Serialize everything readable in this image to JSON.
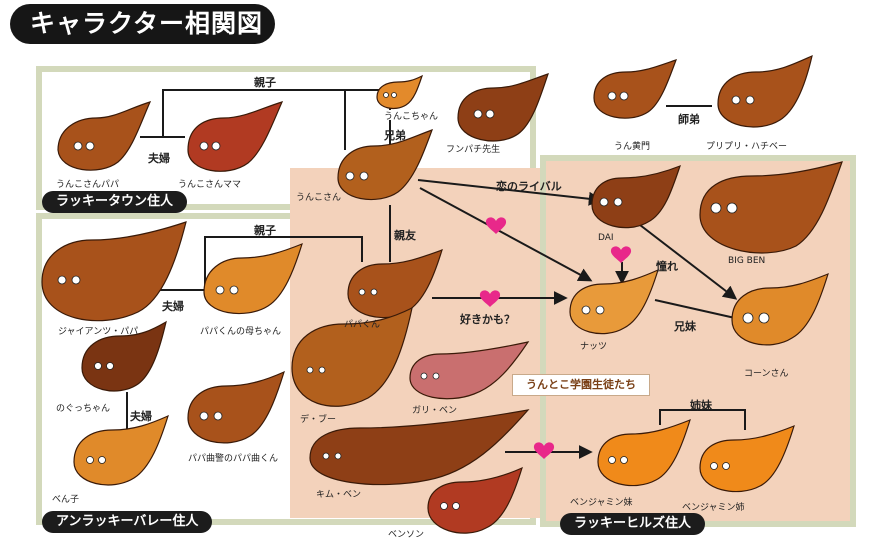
{
  "title": "キャラクター相関図",
  "areas": {
    "lucky_town": "ラッキータウン住人",
    "unlucky_valley": "アンラッキーバレー住人",
    "lucky_hills": "ラッキーヒルズ住人",
    "school": "うんとこ学園生徒たち"
  },
  "characters": {
    "unko_papa": "うんこさんパパ",
    "unko_mama": "うんこさんママ",
    "unko_chan": "うんこちゃん",
    "unko_san": "うんこさん",
    "funpachi": "フンパチ先生",
    "unkomon": "うん黄門",
    "puripuri": "プリプリ・ハチベー",
    "dai": "DAI",
    "big_ben": "BIG BEN",
    "giant_papa": "ジャイアンツ・パパ",
    "papa_mother": "パパくんの母ちゃん",
    "papa_kun": "パパくん",
    "nutts": "ナッツ",
    "corn": "コーンさん",
    "nogu": "のぐっちゃん",
    "bento": "べん子",
    "papa_police": "パパ曲警のパパ曲くん",
    "de_boo": "デ・ブー",
    "gari_ben": "ガリ・ベン",
    "kim_ben": "キム・ベン",
    "bensun": "ベンソン",
    "benjamin_younger": "ベンジャミン妹",
    "benjamin_elder": "ベンジャミン姉"
  },
  "relations": {
    "parent_child_1": "親子",
    "couple_1": "夫婦",
    "siblings_1": "兄弟",
    "rival": "恋のライバル",
    "best_friend": "親友",
    "parent_child_2": "親子",
    "couple_2": "夫婦",
    "crush": "好きかも？",
    "admire": "憧れ",
    "siblings_2": "兄妹",
    "couple_3": "夫婦",
    "master": "師弟",
    "sisters": "姉妹"
  },
  "colors": {
    "heart": "#e8288a",
    "frame": "#d3d9bb",
    "peach": "#f3d2bb",
    "dark": "#161616"
  }
}
